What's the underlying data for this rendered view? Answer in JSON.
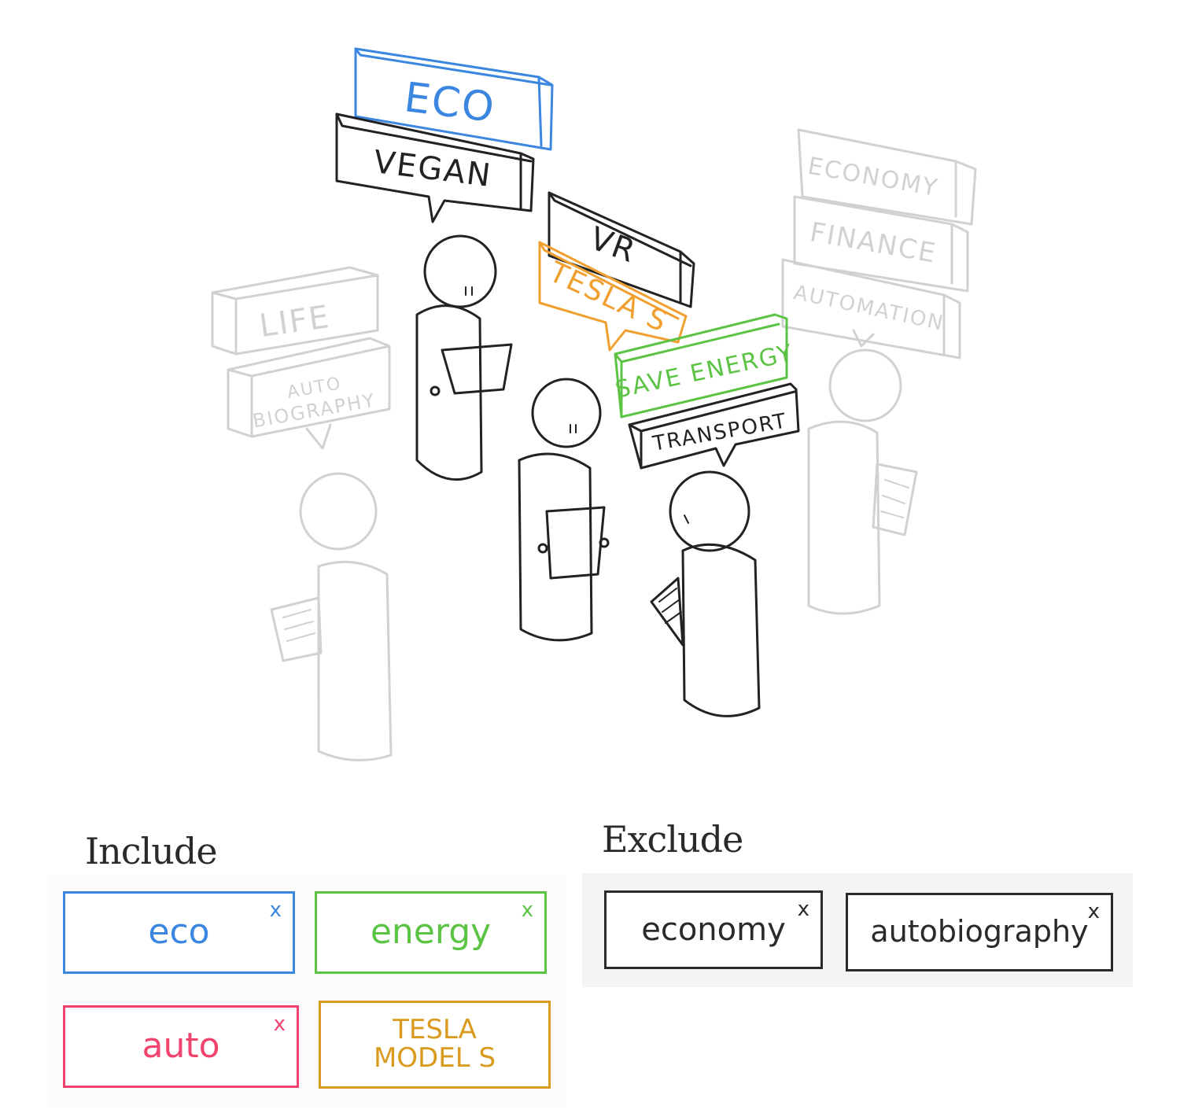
{
  "scene": {
    "signs": {
      "eco": "ECO",
      "vegan": "VEGAN",
      "vr": "VR",
      "tesla_s": "TESLA S",
      "save_energy": "SAVE ENERGY",
      "transport": "TRANSPORT",
      "life": "LIFE",
      "auto": "AUTO",
      "biography": "BIOGRAPHY",
      "economy": "ECONOMY",
      "finance": "FINANCE",
      "automation": "AUTOMATION"
    }
  },
  "filters": {
    "include_label": "Include",
    "exclude_label": "Exclude",
    "include_chips": [
      {
        "label": "eco",
        "color": "#3b86e0"
      },
      {
        "label": "energy",
        "color": "#5cc444"
      },
      {
        "label": "auto",
        "color": "#f0436e"
      },
      {
        "label": "TESLA MODEL S",
        "color": "#d99a1e"
      }
    ],
    "exclude_chips": [
      {
        "label": "economy",
        "color": "#2a2a2a"
      },
      {
        "label": "autobiography",
        "color": "#2a2a2a"
      }
    ],
    "close_symbol": "x"
  },
  "colors": {
    "blue": "#3b86e0",
    "green": "#5cc444",
    "orange": "#f0a030",
    "pink": "#f0436e",
    "ink": "#222222"
  }
}
